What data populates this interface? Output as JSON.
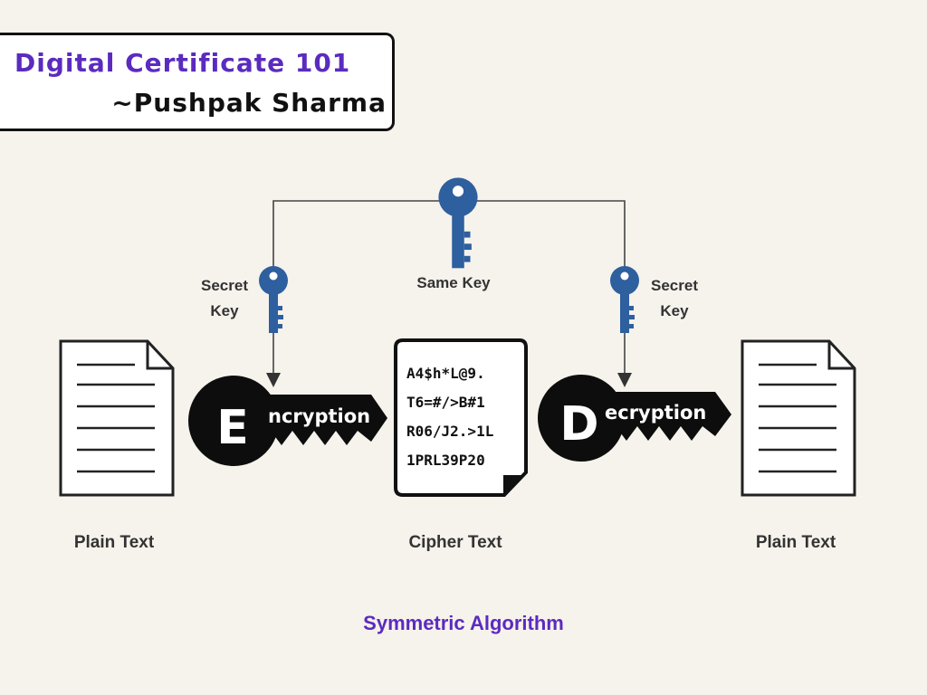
{
  "header": {
    "title": "Digital Certificate 101",
    "author": "~Pushpak Sharma"
  },
  "diagram": {
    "same_key_label": "Same Key",
    "left_key_label": [
      "Secret",
      "Key"
    ],
    "right_key_label": [
      "Secret",
      "Key"
    ],
    "encryption": {
      "initial": "E",
      "rest": "ncryption"
    },
    "decryption": {
      "initial": "D",
      "rest": "ecryption"
    },
    "cipher_lines": [
      "A4$h*L@9.",
      "T6=#/>B#1",
      "R06/J2.>1L",
      "1PRL39P20"
    ],
    "left_doc_label": "Plain Text",
    "cipher_label": "Cipher Text",
    "right_doc_label": "Plain Text"
  },
  "caption": "Symmetric Algorithm",
  "colors": {
    "accent": "#5b2bbf",
    "key_blue": "#2e5f9e",
    "background": "#f6f2ec"
  },
  "icons": [
    "key-icon",
    "document-icon",
    "cipher-document-icon"
  ]
}
